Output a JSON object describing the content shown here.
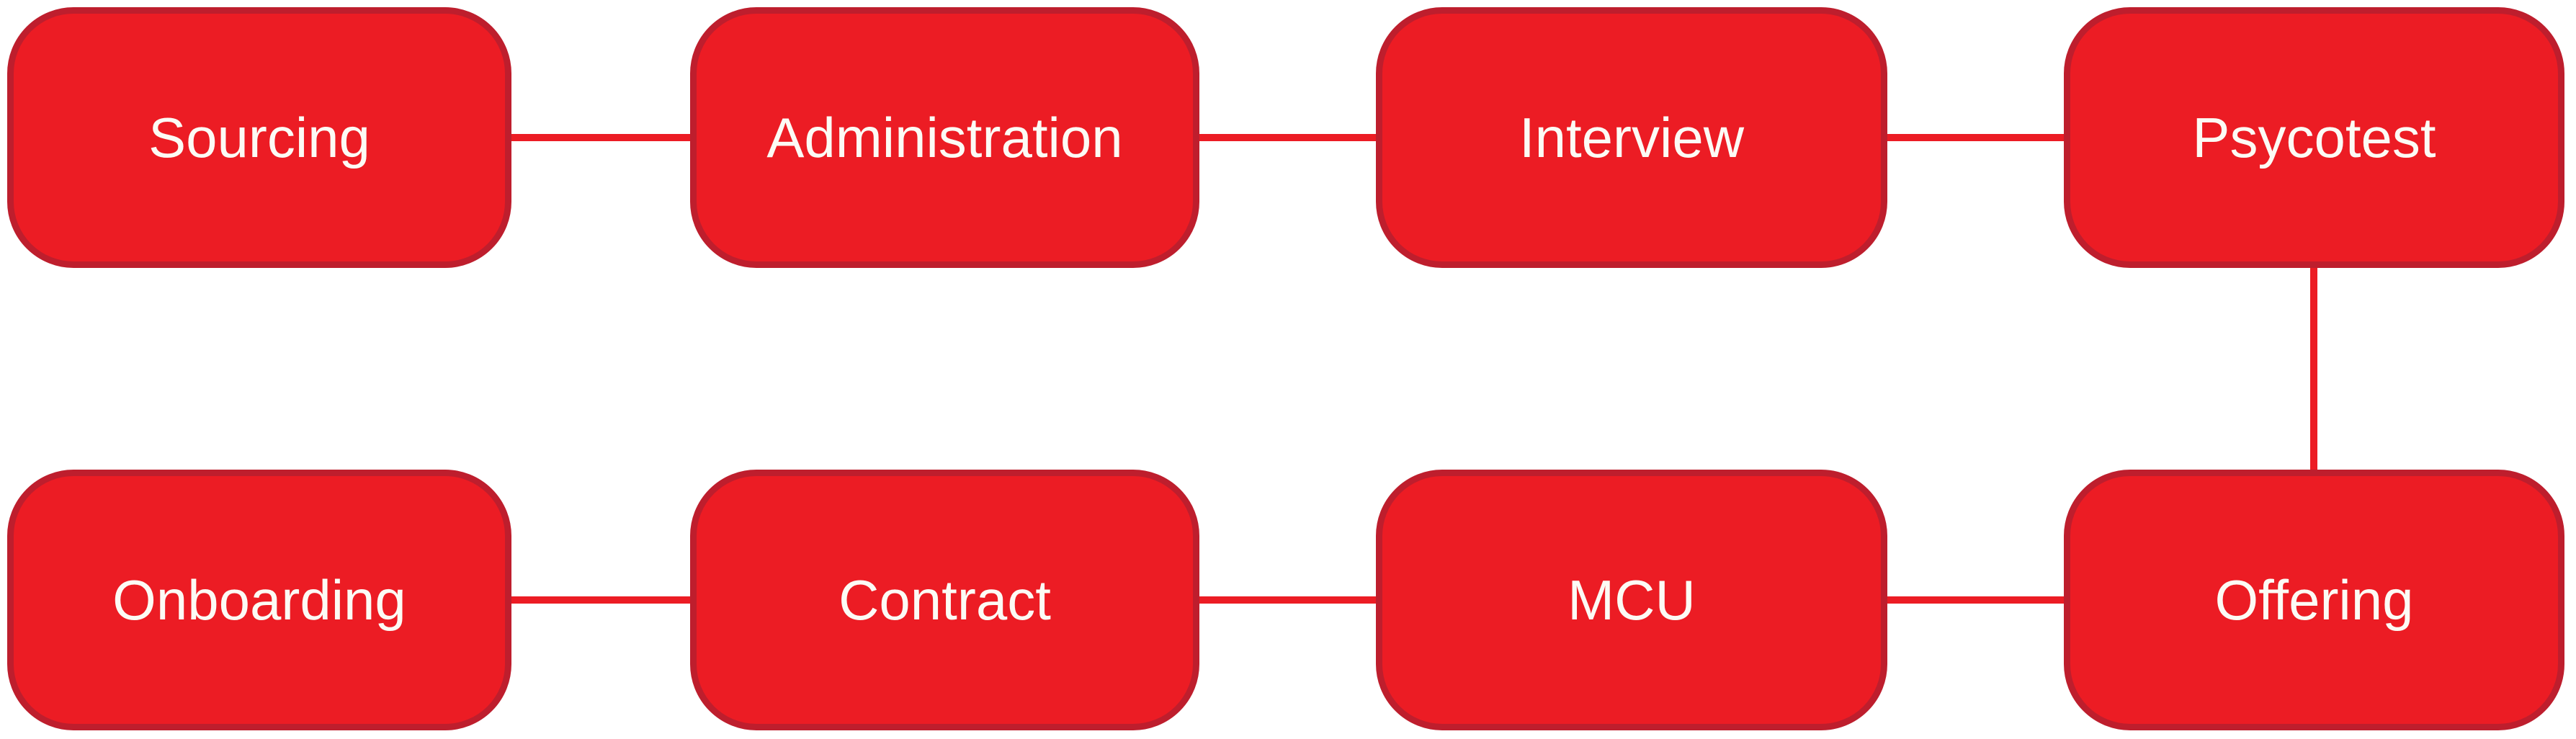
{
  "diagram": {
    "type": "process-flow",
    "rows": 2,
    "columns": 4,
    "nodes": [
      {
        "id": "sourcing",
        "label": "Sourcing",
        "row": 0,
        "col": 0
      },
      {
        "id": "administration",
        "label": "Administration",
        "row": 0,
        "col": 1
      },
      {
        "id": "interview",
        "label": "Interview",
        "row": 0,
        "col": 2
      },
      {
        "id": "psycotest",
        "label": "Psycotest",
        "row": 0,
        "col": 3
      },
      {
        "id": "onboarding",
        "label": "Onboarding",
        "row": 1,
        "col": 0
      },
      {
        "id": "contract",
        "label": "Contract",
        "row": 1,
        "col": 1
      },
      {
        "id": "mcu",
        "label": "MCU",
        "row": 1,
        "col": 2
      },
      {
        "id": "offering",
        "label": "Offering",
        "row": 1,
        "col": 3
      }
    ],
    "flow_order": [
      "Sourcing",
      "Administration",
      "Interview",
      "Psycotest",
      "Offering",
      "MCU",
      "Contract",
      "Onboarding"
    ],
    "connections": [
      [
        "sourcing",
        "administration"
      ],
      [
        "administration",
        "interview"
      ],
      [
        "interview",
        "psycotest"
      ],
      [
        "psycotest",
        "offering"
      ],
      [
        "offering",
        "mcu"
      ],
      [
        "mcu",
        "contract"
      ],
      [
        "contract",
        "onboarding"
      ]
    ]
  },
  "colors": {
    "node_fill": "#ec1c24",
    "node_border": "#be1e2d",
    "connector_line": "#ec1c24",
    "text": "#fcfbf5",
    "background": "#ffffff"
  }
}
